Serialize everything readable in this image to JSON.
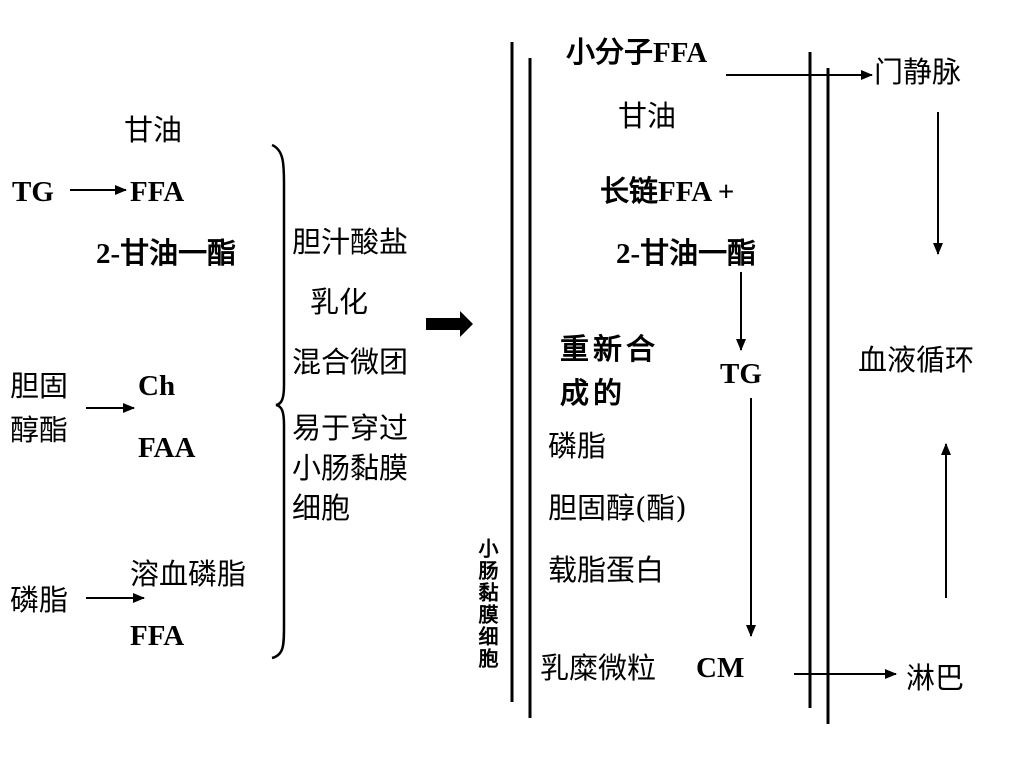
{
  "left": {
    "glycerol": "甘油",
    "tg": "TG",
    "ffa1": "FFA",
    "monoglyceride": "2-甘油一酯",
    "cholesteryl_ester_1": "胆固",
    "cholesteryl_ester_2": "醇酯",
    "ch": "Ch",
    "faa": "FAA",
    "phospholipid": "磷脂",
    "lysophospholipid": "溶血磷脂",
    "ffa2": "FFA"
  },
  "middle": {
    "bile_salt": "胆汁酸盐",
    "emulsify": "乳化",
    "mixed_micelle": "混合微团",
    "easy_pass_1": "易于穿过",
    "easy_pass_2": "小肠黏膜",
    "easy_pass_3": "细胞"
  },
  "mucosa_label": "小肠黏膜细胞",
  "cell": {
    "small_ffa": "小分子FFA",
    "glycerol": "甘油",
    "long_chain_ffa": "长链FFA +",
    "monoglyceride": "2-甘油一酯",
    "resynth_1": "重新合",
    "resynth_2": "成的",
    "tg": "TG",
    "phospholipid": "磷脂",
    "cholesterol": "胆固醇(酯)",
    "apolipoprotein": "载脂蛋白",
    "chylomicron": "乳糜微粒",
    "cm": "CM"
  },
  "right": {
    "portal_vein": "门静脉",
    "blood_circulation": "血液循环",
    "lymph": "淋巴"
  },
  "colors": {
    "ink": "#000000",
    "background": "#ffffff"
  }
}
